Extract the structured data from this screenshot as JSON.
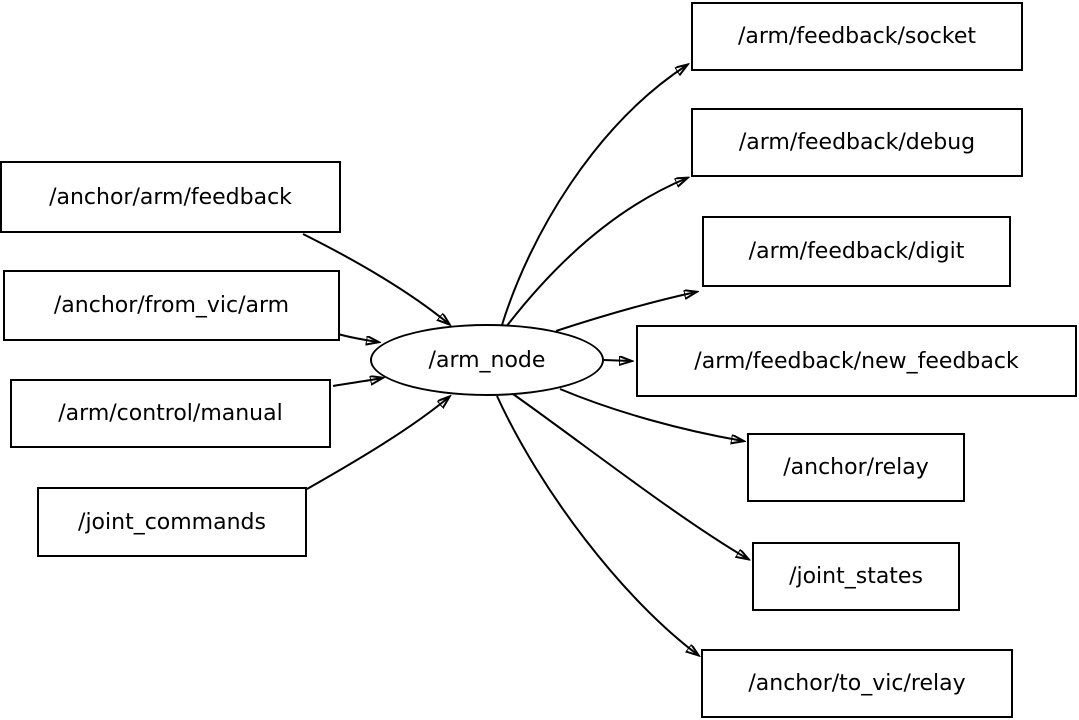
{
  "diagram": {
    "type": "ros-node-graph",
    "center_node": {
      "label": "/arm_node",
      "shape": "ellipse"
    },
    "inputs": [
      {
        "label": "/anchor/arm/feedback"
      },
      {
        "label": "/anchor/from_vic/arm"
      },
      {
        "label": "/arm/control/manual"
      },
      {
        "label": "/joint_commands"
      }
    ],
    "outputs": [
      {
        "label": "/arm/feedback/socket"
      },
      {
        "label": "/arm/feedback/debug"
      },
      {
        "label": "/arm/feedback/digit"
      },
      {
        "label": "/arm/feedback/new_feedback"
      },
      {
        "label": "/anchor/relay"
      },
      {
        "label": "/joint_states"
      },
      {
        "label": "/anchor/to_vic/relay"
      }
    ],
    "edges": [
      {
        "from": "/anchor/arm/feedback",
        "to": "/arm_node"
      },
      {
        "from": "/anchor/from_vic/arm",
        "to": "/arm_node"
      },
      {
        "from": "/arm/control/manual",
        "to": "/arm_node"
      },
      {
        "from": "/joint_commands",
        "to": "/arm_node"
      },
      {
        "from": "/arm_node",
        "to": "/arm/feedback/socket"
      },
      {
        "from": "/arm_node",
        "to": "/arm/feedback/debug"
      },
      {
        "from": "/arm_node",
        "to": "/arm/feedback/digit"
      },
      {
        "from": "/arm_node",
        "to": "/arm/feedback/new_feedback"
      },
      {
        "from": "/arm_node",
        "to": "/anchor/relay"
      },
      {
        "from": "/arm_node",
        "to": "/joint_states"
      },
      {
        "from": "/arm_node",
        "to": "/anchor/to_vic/relay"
      }
    ],
    "colors": {
      "node_fill": "#ffffff",
      "node_border": "#000000",
      "edge": "#000000",
      "text": "#000000",
      "background": "#ffffff"
    }
  }
}
